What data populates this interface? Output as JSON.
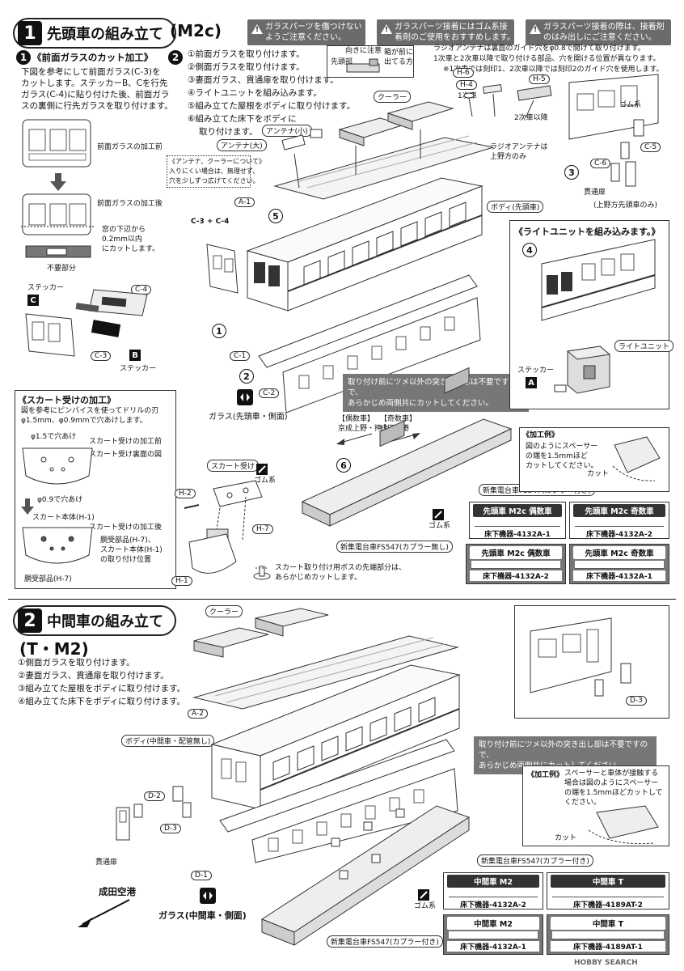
{
  "section1": {
    "num": "1",
    "title": "先頭車の組み立て",
    "sub": "(M2c)",
    "warnings": [
      "ガラスパーツを傷つけない\nようご注意ください。",
      "ガラスパーツ接着にはゴム系接\n着剤のご使用をおすすめします。",
      "ガラスパーツ接着の際は、接着剤\nのはみ出しにご注意ください。"
    ],
    "front_glass": {
      "step": "1",
      "heading": "《前面ガラスのカット加工》",
      "desc": [
        "下図を参考にして前面ガラス(C-3)を",
        "カットします。ステッカーB、Cを行先",
        "ガラス(C-4)に貼り付けた後、前面ガラ",
        "スの裏側に行先ガラスを取り付けます。"
      ],
      "before": "前面ガラスの加工前",
      "after": "前面ガラスの加工後",
      "window_note": [
        "窓の下辺から",
        "0.2mm以内",
        "にカットします。"
      ],
      "unneeded": "不要部分",
      "sticker": "ステッカー",
      "sticker_c": "C",
      "sticker_b": "B",
      "c4": "C-4",
      "c3": "C-3"
    },
    "steps": [
      "①前面ガラスを取り付けます。",
      "②側面ガラスを取り付けます。",
      "③妻面ガラス、貫通扉を取り付けます。",
      "④ライトユニットを組み込みます。",
      "⑤組み立てた屋根をボディに取り付けます。",
      "⑥組み立てた床下をボディに",
      "取り付けます。"
    ],
    "antenna_box": [
      "向きに注意",
      "先頭部",
      "箱が前に",
      "出てる方"
    ],
    "radio_note": [
      "ラジオアンテナは裏面のガイド穴をφ0.8で開けて取り付けます。",
      "1次車と2次車以降で取り付ける部品、穴を開ける位置が異なります。",
      "※1次車では刻印1、2次車以降では刻印2のガイド穴を使用します。"
    ],
    "h6": "H-6",
    "h4": "H-4",
    "h5": "H-5",
    "first_car": "1次車",
    "second_car": "2次車以降",
    "cooler": "クーラー",
    "antenna_small": "アンテナ(小)",
    "antenna_large": "アンテナ(大)",
    "radio_antenna": [
      "ラジオアンテナは",
      "上野方のみ"
    ],
    "antenna_note": [
      "《アンテナ、クーラーについて》",
      "入りにくい場合は、無理せず、",
      "穴を少しずつ広げてください。"
    ],
    "a1": "A-1",
    "body_front": "ボディ(先頭車)",
    "c3c4": "C-3 + C-4",
    "c1": "C-1",
    "c2": "C-2",
    "glass_side": "ガラス(先頭車・側面)",
    "cut_note": [
      "取り付け前にツメ以外の突き出し部は不要ですので、",
      "あらかじめ両側共にカットしてください。"
    ],
    "even_dir": [
      "【偶数車】",
      "京成上野・押上"
    ],
    "odd_dir": [
      "【奇数車】",
      "成田空港"
    ],
    "gomu": "ゴム系",
    "c5": "C-5",
    "c6": "C-6",
    "kantsu": "貫通扉",
    "ueno_only": "(上野方先頭車のみ)",
    "light_heading": "《ライトユニットを組み込みます。》",
    "light_unit": "ライトユニット",
    "sticker_a": "A",
    "skirt": {
      "heading": "《スカート受けの加工》",
      "desc": [
        "図を参考にピンバイスを使ってドリルの刃",
        "φ1.5mm、φ0.9mmで穴あけします。"
      ],
      "phi15": "φ1.5で穴あけ",
      "before": "スカート受けの加工前",
      "back": "スカート受け裏面の図",
      "phi09": "φ0.9で穴あけ",
      "body": "スカート本体(H-1)",
      "after": "スカート受けの加工後",
      "mount": [
        "胴受部品(H-7)、",
        "スカート本体(H-1)",
        "の取り付け位置"
      ],
      "h7": "胴受部品(H-7)"
    },
    "skirt_mount": "スカート受け",
    "h2": "H-2",
    "h7": "H-7",
    "h1": "H-1",
    "boss_note": [
      "スカート取り付け用ボスの先端部分は、",
      "あらかじめカットします。"
    ],
    "bogie_coupler": "新集電台車FS547(カプラー付き)",
    "bogie_nocoupler": "新集電台車FS547(カプラー無し)",
    "process_ex": {
      "heading": "《加工例》",
      "desc": [
        "図のようにスペーサー",
        "の端を1.5mmほど",
        "カットしてください。"
      ],
      "cut": "カット"
    },
    "tables": [
      {
        "hd": "先頭車 M2c 偶数車",
        "ft": "床下機器-4132A-1"
      },
      {
        "hd": "先頭車 M2c 奇数車",
        "ft": "床下機器-4132A-2"
      },
      {
        "hd": "先頭車 M2c 偶数車",
        "ft": "床下機器-4132A-2"
      },
      {
        "hd": "先頭車 M2c 奇数車",
        "ft": "床下機器-4132A-1"
      }
    ]
  },
  "section2": {
    "num": "2",
    "title": "中間車の組み立て",
    "sub": "(T・M2)",
    "steps": [
      "①側面ガラスを取り付けます。",
      "②妻面ガラス、貫通扉を取り付けます。",
      "③組み立てた屋根をボディに取り付けます。",
      "④組み立てた床下をボディに取り付けます。"
    ],
    "cooler": "クーラー",
    "a2": "A-2",
    "body_mid": "ボディ(中間車・配管無し)",
    "d1": "D-1",
    "d2": "D-2",
    "d3": "D-3",
    "d3b": "D-3",
    "kantsu": "貫通扉",
    "narita": "成田空港",
    "glass_mid": "ガラス(中間車・側面)",
    "cut_note": [
      "取り付け前にツメ以外の突き出し部は不要ですので、",
      "あらかじめ両側共にカットしてください。"
    ],
    "process_ex": {
      "heading": "《加工例》",
      "desc": [
        "スペーサーと車体が接触する",
        "場合は図のようにスペーサー",
        "の端を1.5mmほどカットして",
        "ください。"
      ],
      "cut": "カット"
    },
    "bogie1": "新集電台車FS547(カプラー付き)",
    "bogie2": "新集電台車FS547(カプラー付き)",
    "gomu": "ゴム系",
    "tables": [
      {
        "hd": "中間車 M2",
        "ft": "床下機器-4132A-2"
      },
      {
        "hd": "中間車 T",
        "ft": "床下機器-4189AT-2"
      },
      {
        "hd": "中間車 M2",
        "ft": "床下機器-4132A-1"
      },
      {
        "hd": "中間車 T",
        "ft": "床下機器-4189AT-1"
      }
    ]
  },
  "watermark": "HOBBY SEARCH",
  "colors": {
    "ink": "#111111",
    "gray": "#777777",
    "dark": "#333333"
  }
}
